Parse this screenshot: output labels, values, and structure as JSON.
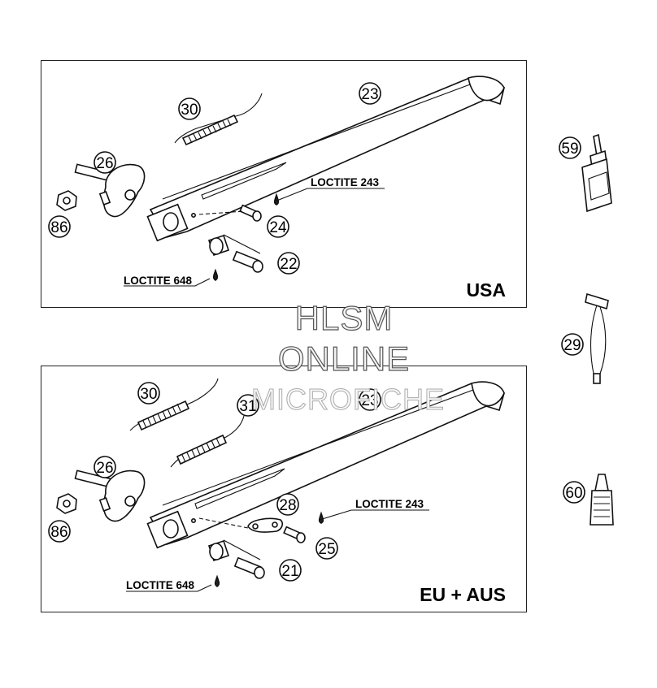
{
  "diagram": {
    "panels": [
      {
        "region_label": "USA",
        "loctite_a": "LOCTITE 243",
        "loctite_b": "LOCTITE 648",
        "callouts": [
          "30",
          "23",
          "26",
          "86",
          "24",
          "22"
        ]
      },
      {
        "region_label": "EU + AUS",
        "loctite_a": "LOCTITE 243",
        "loctite_b": "LOCTITE 648",
        "callouts": [
          "30",
          "31",
          "23",
          "26",
          "28",
          "86",
          "25",
          "21"
        ]
      }
    ],
    "side_parts": [
      {
        "callout": "59",
        "item": "bottle"
      },
      {
        "callout": "29",
        "item": "tool"
      },
      {
        "callout": "60",
        "item": "tube"
      }
    ],
    "watermark": [
      "HLSM",
      "ONLINE",
      "MICROFICHE"
    ]
  }
}
